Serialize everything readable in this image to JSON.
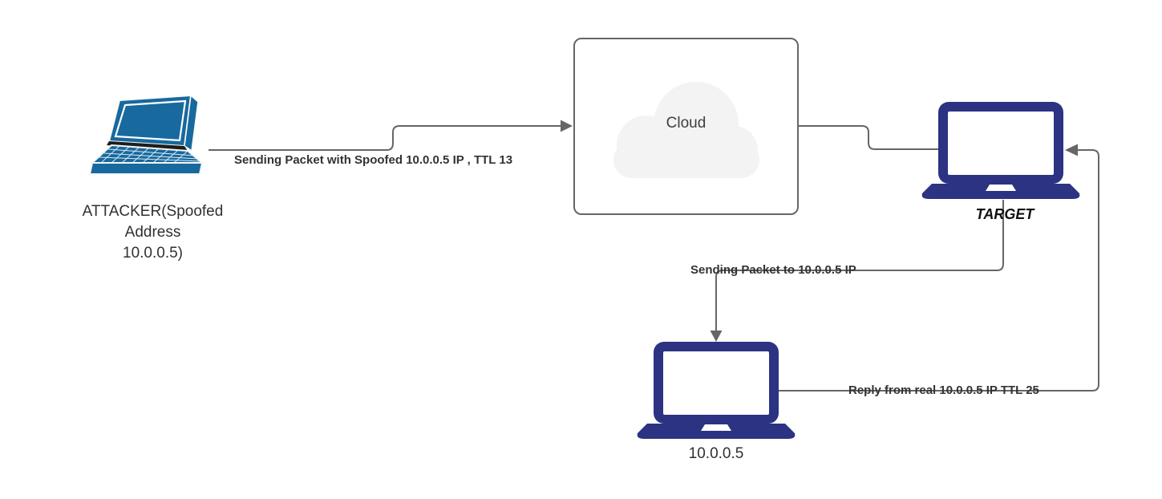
{
  "diagram": {
    "title_hint": "IP spoofing network diagram",
    "nodes": {
      "attacker": {
        "label_lines": [
          "ATTACKER(Spoofed",
          "Address",
          "10.0.0.5)"
        ],
        "icon": "isometric-laptop",
        "color": "#17699E"
      },
      "cloud": {
        "label": "Cloud",
        "icon": "cloud",
        "fill": "#F3F3F3",
        "border_color": "#666666"
      },
      "target": {
        "label": "TARGET",
        "icon": "front-laptop",
        "color": "#2B3382"
      },
      "real_host": {
        "label": "10.0.0.5",
        "icon": "front-laptop",
        "color": "#2B3382"
      }
    },
    "edges": [
      {
        "from": "attacker",
        "to": "cloud",
        "label": "Sending Packet with Spoofed 10.0.0.5 IP , TTL 13",
        "arrow": "end"
      },
      {
        "from": "cloud",
        "to": "target",
        "label": "",
        "arrow": "none"
      },
      {
        "from": "target",
        "to": "real_host",
        "label": "Sending Packet to 10.0.0.5 IP",
        "arrow": "end"
      },
      {
        "from": "real_host",
        "to": "target",
        "label": "Reply from real 10.0.0.5 IP TTL 25",
        "arrow": "end"
      }
    ],
    "colors": {
      "connector": "#666666",
      "edge_label_text": "#333333",
      "node_label_text": "#313131",
      "attacker_blue": "#17699E",
      "laptop_navy": "#2B3382",
      "cloud_fill": "#F3F3F3"
    }
  }
}
